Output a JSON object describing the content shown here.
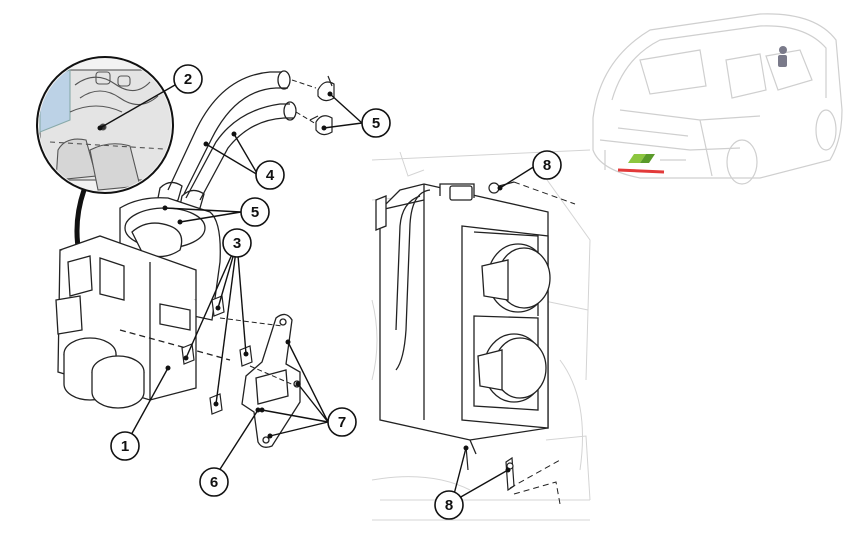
{
  "diagram": {
    "callouts": [
      {
        "id": "c1",
        "label": "1"
      },
      {
        "id": "c2",
        "label": "2"
      },
      {
        "id": "c3",
        "label": "3"
      },
      {
        "id": "c4",
        "label": "4"
      },
      {
        "id": "c5a",
        "label": "5"
      },
      {
        "id": "c5b",
        "label": "5"
      },
      {
        "id": "c6",
        "label": "6"
      },
      {
        "id": "c7",
        "label": "7"
      },
      {
        "id": "c8a",
        "label": "8"
      },
      {
        "id": "c8b",
        "label": "8"
      }
    ]
  },
  "colors": {
    "line": "#222222",
    "faint": "#c8c8c8",
    "logo_green": "#8cc63f",
    "tail_light": "#e23a3a"
  },
  "icons": [
    "car-outline-icon",
    "brand-logo-icon"
  ]
}
